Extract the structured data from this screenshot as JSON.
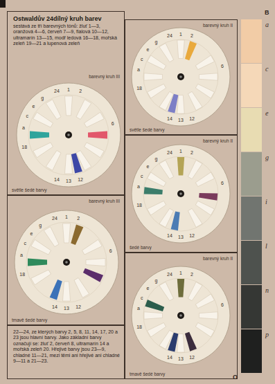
{
  "diagram": {
    "title": "Ostwaldův 24dílný kruh barev",
    "nodes": [
      {
        "text": [
          "sestává ze tří barevných tónů: žluť 1—3, oranžová 4—6, červeň 7—9, fialová 10—12, ultramarín 13—15, modř ledová 16—18, mořská zeleň 19—21 a lupenová zeleň",
          "barevný kruh III",
          "světle šedé barvy"
        ]
      },
      {
        "text": [
          "24",
          "1",
          "2",
          "6",
          "12",
          "13",
          "14",
          "18",
          "a",
          "c",
          "e",
          "g"
        ],
        "in": 0
      },
      {
        "text": [
          "barevný kruh III",
          "tmavě šedé barvy"
        ]
      },
      {
        "text": [
          "24",
          "1",
          "2",
          "6",
          "12",
          "13",
          "14",
          "18",
          "a",
          "c",
          "e",
          "g"
        ],
        "in": 2
      },
      {
        "text": [
          "22—24, ze kterých barvy 2, 5, 8, 11, 14, 17, 20 a 23 jsou hlavní barvy. Jako základní barvy označují se: žluť 2, červeň 8, ultramarín 14 a mořská zeleň 20. Hřejivé barvy jsou 23—9, chladné 11—21, mezi těmi ani hřejivé ani chladné 9—11 a 21—23."
        ]
      },
      {
        "text": [
          "barevný kruh II",
          "světle šedé barvy"
        ]
      },
      {
        "text": [
          "24",
          "1",
          "2",
          "6",
          "12",
          "13",
          "14",
          "18",
          "a",
          "c",
          "e",
          "g"
        ],
        "in": 5
      },
      {
        "text": [
          "barevný kruh II",
          "šedé barvy"
        ]
      },
      {
        "text": [
          "24",
          "1",
          "2",
          "6",
          "12",
          "13",
          "14",
          "18",
          "a",
          "c",
          "e",
          "g"
        ],
        "in": 7
      },
      {
        "text": [
          "barevný kruh II",
          "tmavě šedé barvy"
        ]
      },
      {
        "text": [
          "24",
          "1",
          "2",
          "6",
          "12",
          "13",
          "14",
          "18",
          "a",
          "c",
          "e",
          "g"
        ],
        "in": 9
      }
    ],
    "labels": [
      "B",
      "O"
    ],
    "legend": [
      {
        "text": "a",
        "color": "#f2cca6"
      },
      {
        "text": "c",
        "color": "#f5d8b8"
      },
      {
        "text": "e",
        "color": "#e8dcb2"
      },
      {
        "text": "g",
        "color": "#9b9d8e"
      },
      {
        "text": "i",
        "color": "#717570"
      },
      {
        "text": "l",
        "color": "#4e524e"
      },
      {
        "text": "n",
        "color": "#353734"
      },
      {
        "text": "p",
        "color": "#1f201f"
      }
    ]
  }
}
